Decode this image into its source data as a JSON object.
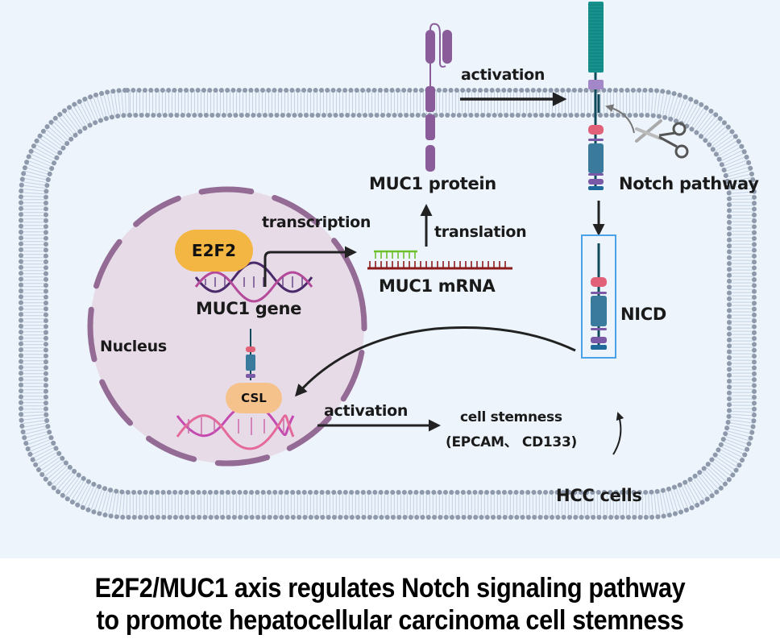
{
  "diagram": {
    "labels": {
      "activation_top": "activation",
      "muc1_protein": "MUC1 protein",
      "notch_pathway": "Notch pathway",
      "transcription": "transcription",
      "translation": "translation",
      "muc1_mrna": "MUC1 mRNA",
      "muc1_gene": "MUC1 gene",
      "nicd": "NICD",
      "nucleus": "Nucleus",
      "activation_bottom": "activation",
      "cell_stemness": "cell stemness",
      "stemness_markers": "(EPCAM、 CD133)",
      "hcc_cells": "HCC cells"
    },
    "pills": {
      "e2f2": "E2F2",
      "csl": "CSL"
    },
    "icons": [
      "cell-membrane-icon",
      "nucleus-icon",
      "dna-icon",
      "mrna-icon",
      "muc1-protein-icon",
      "notch-receptor-icon",
      "scissors-icon",
      "nicd-icon",
      "arrow-icon"
    ],
    "colors": {
      "background": "#edf4fc",
      "membrane_head": "#8e9aab",
      "membrane_tail": "#c5d2e3",
      "nucleus_fill": "#e8dbe8",
      "nucleus_border": "#946b94",
      "e2f2_fill": "#f4b642",
      "csl_fill": "#f6c28c",
      "muc1_purple": "#8a5c9a",
      "notch_teal": "#17918d",
      "notch_blue": "#3a7a9c",
      "notch_pink": "#e06178",
      "notch_violet": "#7a5aa6",
      "mrna_red": "#8b1a1a",
      "mrna_green": "#6cc02a",
      "nicd_box": "#4aa3e8",
      "arrow": "#222222"
    }
  },
  "caption": {
    "line1": "E2F2/MUC1 axis regulates Notch signaling pathway",
    "line2": "to promote hepatocellular carcinoma cell stemness"
  }
}
